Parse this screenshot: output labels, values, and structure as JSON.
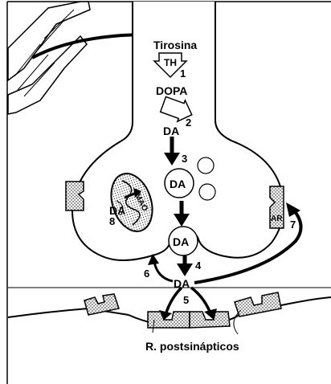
{
  "diagram": {
    "labels": {
      "tyrosine": "Tirosina",
      "enzyme_th": "TH",
      "dopa": "DOPA",
      "da_cytoplasm": "DA",
      "da_vesicle": "DA",
      "da_mitochondrion": "DA",
      "mao": "MAO",
      "da_release": "DA",
      "da_cleft": "DA",
      "autoreceptor": "AR",
      "postsynaptic_receptors": "R. postsinápticos"
    },
    "steps": {
      "s1": "1",
      "s2": "2",
      "s3": "3",
      "s4": "4",
      "s5": "5",
      "s6": "6",
      "s7": "7",
      "s8": "8"
    },
    "colors": {
      "ink": "#000000",
      "background": "#ffffff",
      "stipple": "#000000"
    }
  }
}
